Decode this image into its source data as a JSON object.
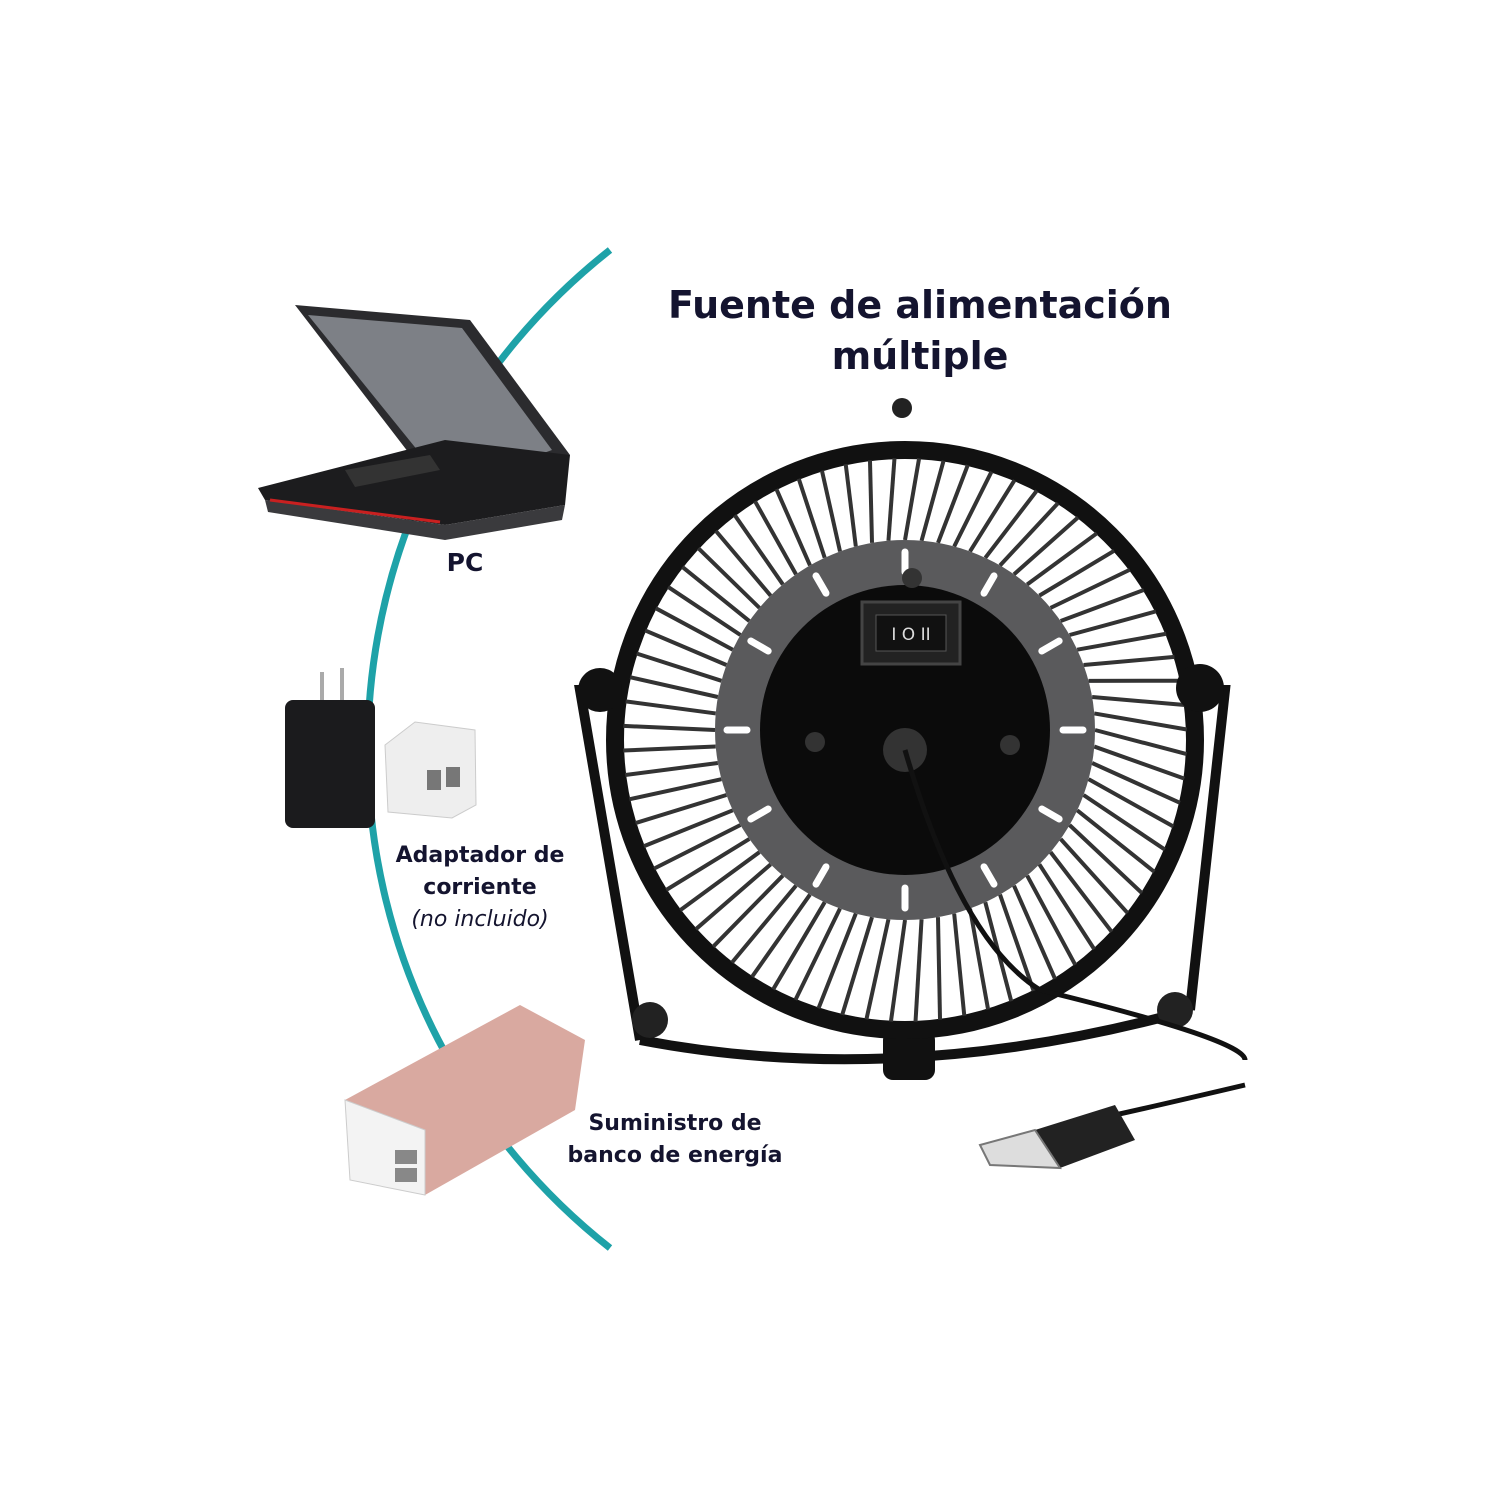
{
  "title_line1": "Fuente de alimentación",
  "title_line2": "múltiple",
  "labels": {
    "pc": "PC",
    "adapter_line1": "Adaptador de",
    "adapter_line2": "corriente",
    "adapter_note": "(no incluido)",
    "bank_line1": "Suministro de",
    "bank_line2": "banco de energía"
  },
  "switch_label": "I O II",
  "colors": {
    "text": "#14142f",
    "arc": "#1ea2a8",
    "fan": "#111111",
    "powerbank": "#d9a9a0"
  }
}
